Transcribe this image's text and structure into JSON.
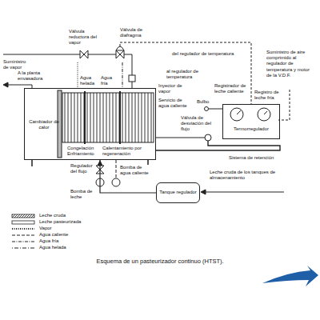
{
  "diagram": {
    "caption": "Esquema de un pasteurizador continuo (HTST).",
    "nodes": [
      {
        "text": [
          "Cambiador de calor"
        ]
      },
      {
        "text": [
          "Termorregulador"
        ]
      },
      {
        "text": [
          "Tanque regulador"
        ]
      }
    ],
    "edges": [
      {
        "from": 2,
        "to": 0,
        "arrow": "to"
      }
    ],
    "labels": [
      "Suministro de vapor",
      "Válvula reductora del vapor",
      "Válvula de diafragma",
      "del regulador de temperatura",
      "Suministro de aire comprimido al regulador de temperatura y motor de la V.D.F.",
      "A la planta envasadora",
      "Agua helada",
      "Agua fría",
      "Inyector de vapor",
      "al regulador de temperatura",
      "Servicio de agua caliente",
      "Registrador de leche caliente",
      "Registro de leche fría",
      "Bulbo",
      "Válvula de desviación del flujo",
      "Congelación Enfriamiento",
      "Calentamiento por regeneración",
      "Sistema de retención",
      "Regulador del flujo",
      "Bomba de agua caliente",
      "Leche cruda de los tanques de almacenamiento",
      "Bomba de leche"
    ],
    "legend": [
      {
        "text": "Leche cruda"
      },
      {
        "text": "Leche pasteurizada"
      },
      {
        "text": "Vapor"
      },
      {
        "text": "Agua caliente"
      },
      {
        "text": "Agua fría"
      },
      {
        "text": "Agua helada"
      }
    ]
  }
}
